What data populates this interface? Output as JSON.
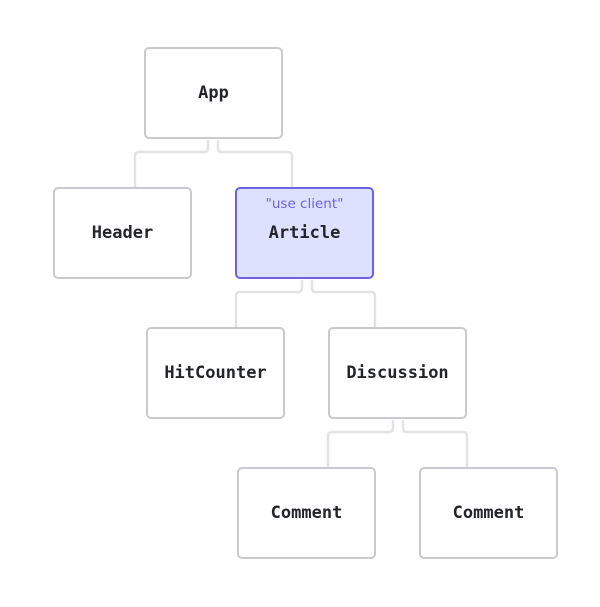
{
  "diagram": {
    "nodes": [
      {
        "id": "app",
        "label": "App",
        "annotation": ""
      },
      {
        "id": "header",
        "label": "Header",
        "annotation": ""
      },
      {
        "id": "article",
        "label": "Article",
        "annotation": "\"use client\"",
        "highlighted": true
      },
      {
        "id": "hitcounter",
        "label": "HitCounter",
        "annotation": ""
      },
      {
        "id": "discussion",
        "label": "Discussion",
        "annotation": ""
      },
      {
        "id": "comment1",
        "label": "Comment",
        "annotation": ""
      },
      {
        "id": "comment2",
        "label": "Comment",
        "annotation": ""
      }
    ],
    "edges": [
      {
        "from": "app",
        "to": "header"
      },
      {
        "from": "app",
        "to": "article"
      },
      {
        "from": "article",
        "to": "hitcounter"
      },
      {
        "from": "article",
        "to": "discussion"
      },
      {
        "from": "discussion",
        "to": "comment1"
      },
      {
        "from": "discussion",
        "to": "comment2"
      }
    ],
    "colors": {
      "node_border": "#c9c9cf",
      "node_fill": "#ffffff",
      "connector": "#e3e3e6",
      "text": "#23252b",
      "client_fill": "#dde1fd",
      "client_border": "#6e62e0",
      "client_annotation": "#6e62e0"
    }
  }
}
